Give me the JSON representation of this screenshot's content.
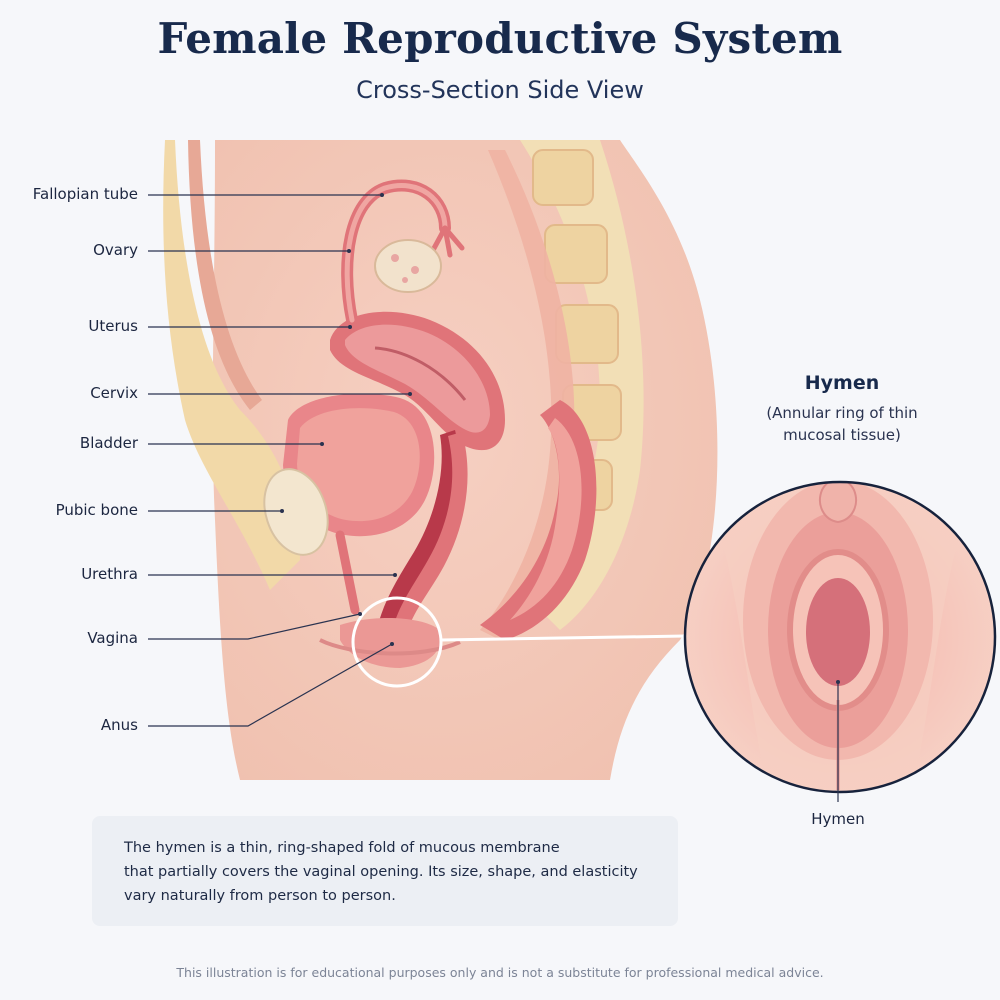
{
  "header": {
    "title": "Female Reproductive System",
    "subtitle": "Cross-Section Side View"
  },
  "labels": {
    "fallopian_tube": "Fallopian tube",
    "ovary": "Ovary",
    "uterus": "Uterus",
    "cervix": "Cervix",
    "bladder": "Bladder",
    "pubic_bone": "Pubic bone",
    "urethra": "Urethra",
    "vagina": "Vagina",
    "anus": "Anus"
  },
  "inset": {
    "title": "Hymen",
    "subtitle_line1": "(Annular ring of thin",
    "subtitle_line2": "mucosal tissue)",
    "label": "Hymen"
  },
  "info": {
    "line1": "The hymen is a thin, ring-shaped fold of mucous membrane",
    "line2": "that partially covers the vaginal opening. Its size, shape, and elasticity",
    "line3": "vary naturally from person to person."
  },
  "footer": {
    "disclaimer": "This illustration is for educational purposes only and is not a substitute for professional medical advice."
  },
  "colors": {
    "title": "#182a4c",
    "skin": "#f6cbb8",
    "tissue": "#e8878a",
    "bone": "#f3dfb8",
    "leader": "#2a3350"
  }
}
